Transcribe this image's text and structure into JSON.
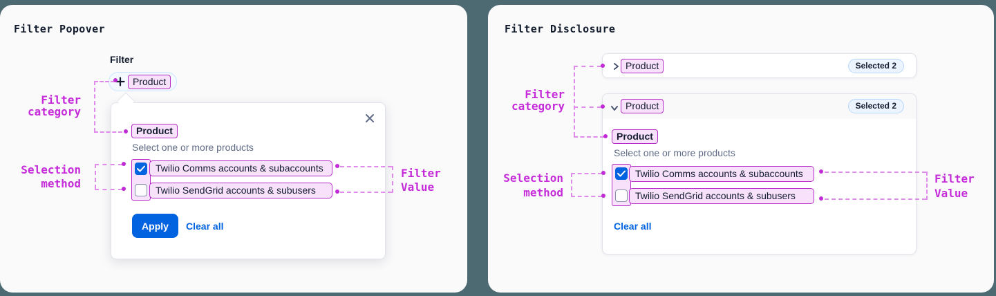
{
  "left": {
    "title": "Filter Popover",
    "filter_label": "Filter",
    "trigger_chip": "Product",
    "popover": {
      "category": "Product",
      "helper": "Select one or more products",
      "option1": "Twilio Comms accounts & subaccounts",
      "option1_checked": true,
      "option2": "Twilio SendGrid accounts & subusers",
      "option2_checked": false,
      "apply": "Apply",
      "clear": "Clear all"
    }
  },
  "right": {
    "title": "Filter Disclosure",
    "row1": {
      "chip": "Product",
      "badge": "Selected 2"
    },
    "row2": {
      "chip": "Product",
      "badge": "Selected 2"
    },
    "body": {
      "category": "Product",
      "helper": "Select one or more products",
      "option1": "Twilio Comms accounts & subaccounts",
      "option1_checked": true,
      "option2": "Twilio SendGrid accounts & subusers",
      "option2_checked": false,
      "clear": "Clear all"
    }
  },
  "annotations": {
    "filter_category_line1": "Filter",
    "filter_category_line2": "category",
    "selection_method_line1": "Selection",
    "selection_method_line2": "method",
    "filter_value_line1": "Filter",
    "filter_value_line2": "Value"
  },
  "colors": {
    "background_teal": "#4D6A72",
    "panel": "#FAFAFB",
    "annotation_magenta": "#C52BD9",
    "highlight_pink_bg": "#F8E1FA",
    "highlight_pink_border": "#B52DC6",
    "primary_blue": "#0263E0",
    "text_dark": "#121C2D",
    "text_gray": "#606B85",
    "badge_blue_bg": "#EBF4FF"
  }
}
